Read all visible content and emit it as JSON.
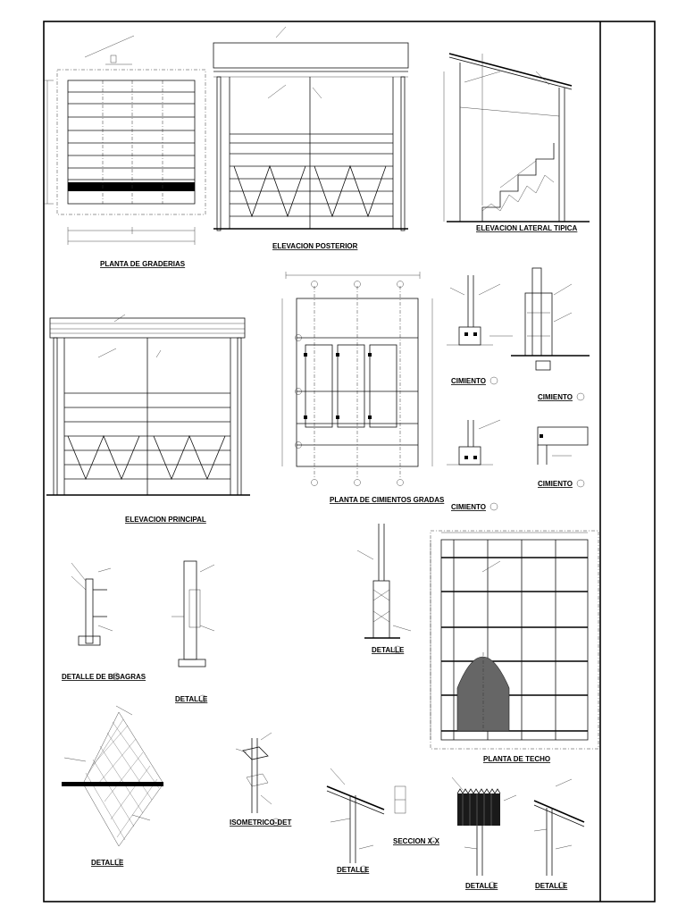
{
  "sheet": {
    "titles": {
      "planta_graderias": "PLANTA DE GRADERIAS",
      "elevacion_posterior": "ELEVACION POSTERIOR",
      "elevacion_lateral": "ELEVACION LATERAL TIPICA",
      "elevacion_principal": "ELEVACION PRINCIPAL",
      "planta_cimientos": "PLANTA DE CIMIENTOS GRADAS",
      "cimiento_1": "CIMIENTO",
      "cimiento_2": "CIMIENTO",
      "cimiento_3": "CIMIENTO",
      "cimiento_4": "CIMIENTO",
      "detalle_bisagras": "DETALLE DE BISAGRAS",
      "detalle_1": "DETALLE",
      "detalle_2": "DETALLE",
      "planta_techo": "PLANTA DE TECHO",
      "detalle_malla": "DETALLE",
      "isometrico": "ISOMETRICO-DET",
      "detalle_3": "DETALLE",
      "seccion_xx": "SECCION X-X",
      "detalle_4": "DETALLE",
      "detalle_5": "DETALLE"
    }
  }
}
